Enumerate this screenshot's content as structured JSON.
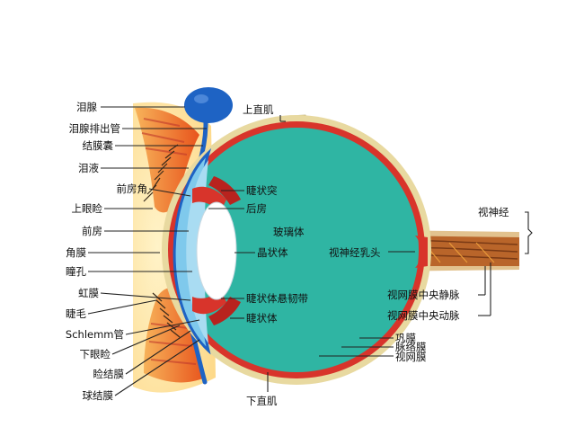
{
  "labels": {
    "lacrimal_gland": "泪腺",
    "lacrimal_duct": "泪腺排出管",
    "conjunctival_sac": "结膜囊",
    "tear_fluid": "泪液",
    "anterior_chamber_angle": "前房角",
    "upper_eyelid": "上眼睑",
    "anterior_chamber": "前房",
    "cornea": "角膜",
    "pupil": "瞳孔",
    "iris": "虹膜",
    "eyelash": "睫毛",
    "schlemm_canal": "Schlemm管",
    "lower_eyelid": "下眼睑",
    "palpebral_conjunctiva": "睑结膜",
    "bulbar_conjunctiva": "球结膜",
    "superior_rectus": "上直肌",
    "ciliary_process": "睫状突",
    "posterior_chamber": "后房",
    "vitreous_body": "玻璃体",
    "lens": "晶状体",
    "zonule": "睫状体悬韧带",
    "ciliary_body": "睫状体",
    "inferior_rectus": "下直肌",
    "optic_disc": "视神经乳头",
    "optic_nerve": "视神经",
    "central_retinal_vein": "视网膜中央静脉",
    "central_retinal_artery": "视网膜中央动脉",
    "sclera": "巩膜",
    "choroid": "脉络膜",
    "retina": "视网膜"
  },
  "colors": {
    "vitreous": "#2fb5a3",
    "sclera_rim": "#e8d9a0",
    "choroid": "#d8342b",
    "lacrimal_gland": "#1e63c4",
    "cornea": "#7fc9ec",
    "optic_nerve": "#c8894a",
    "eyelid": "#f3a21c"
  }
}
